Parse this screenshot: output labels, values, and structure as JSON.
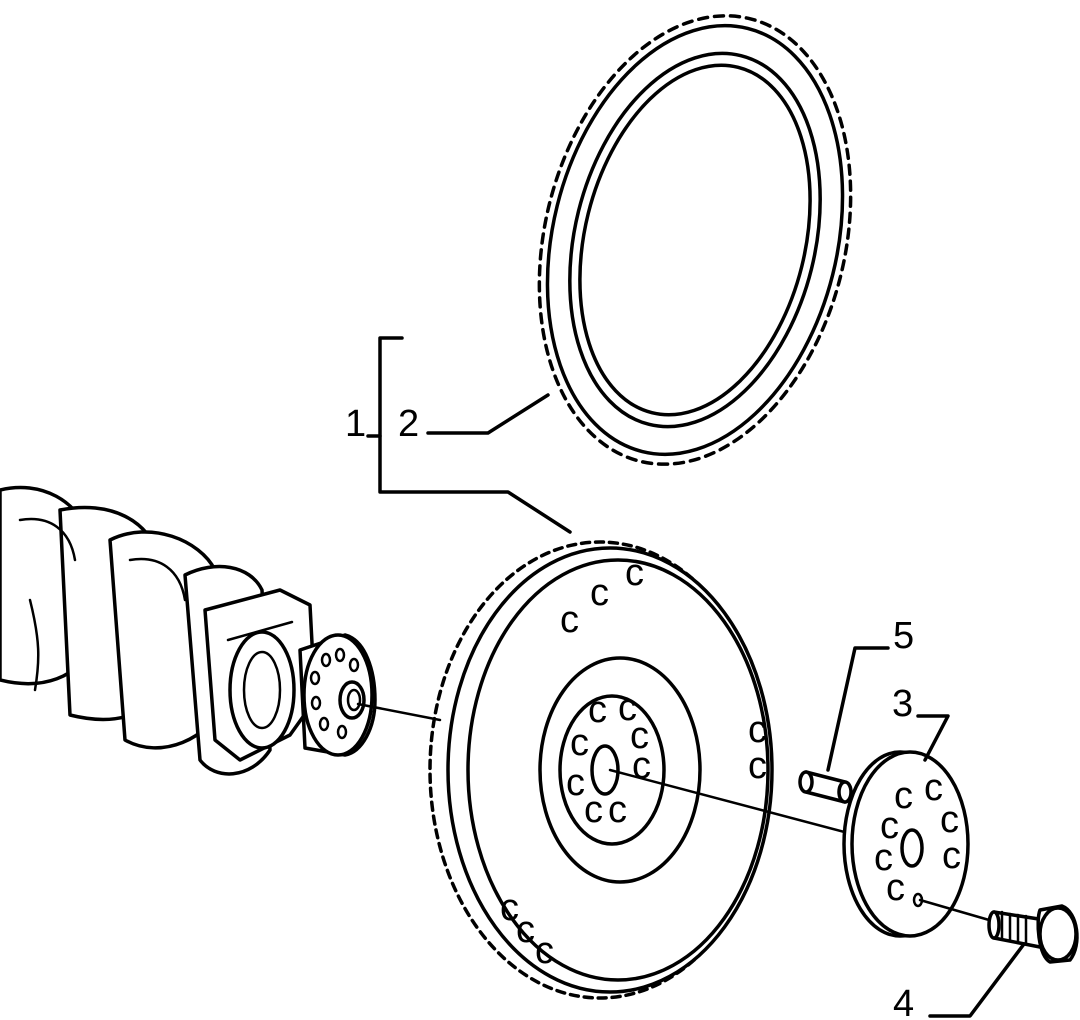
{
  "diagram": {
    "callouts": [
      {
        "id": "1",
        "text": "1",
        "part": "flywheel-assembly"
      },
      {
        "id": "2",
        "text": "2",
        "part": "ring-gear"
      },
      {
        "id": "3",
        "text": "3",
        "part": "washer-plate"
      },
      {
        "id": "4",
        "text": "4",
        "part": "bolt"
      },
      {
        "id": "5",
        "text": "5",
        "part": "dowel-pin"
      }
    ],
    "colors": {
      "ink": "#000000",
      "paper": "#ffffff"
    }
  }
}
